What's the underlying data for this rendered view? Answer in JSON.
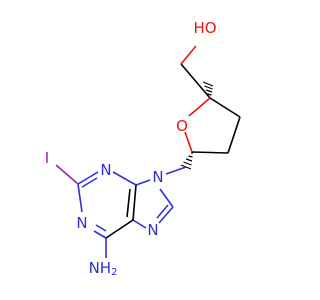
{
  "molecule": {
    "atoms": {
      "oh": "HO",
      "ring_o": "O",
      "iodine": "I",
      "n3": "N",
      "n9": "N",
      "n1": "N",
      "n7": "N",
      "amino": "NH",
      "amino_sub": "2"
    }
  },
  "colors": {
    "carbon_bond": "#000000",
    "nitrogen": "#2f2fd4",
    "oxygen": "#e8160e",
    "iodine": "#9a2aa3",
    "background": "#ffffff"
  }
}
